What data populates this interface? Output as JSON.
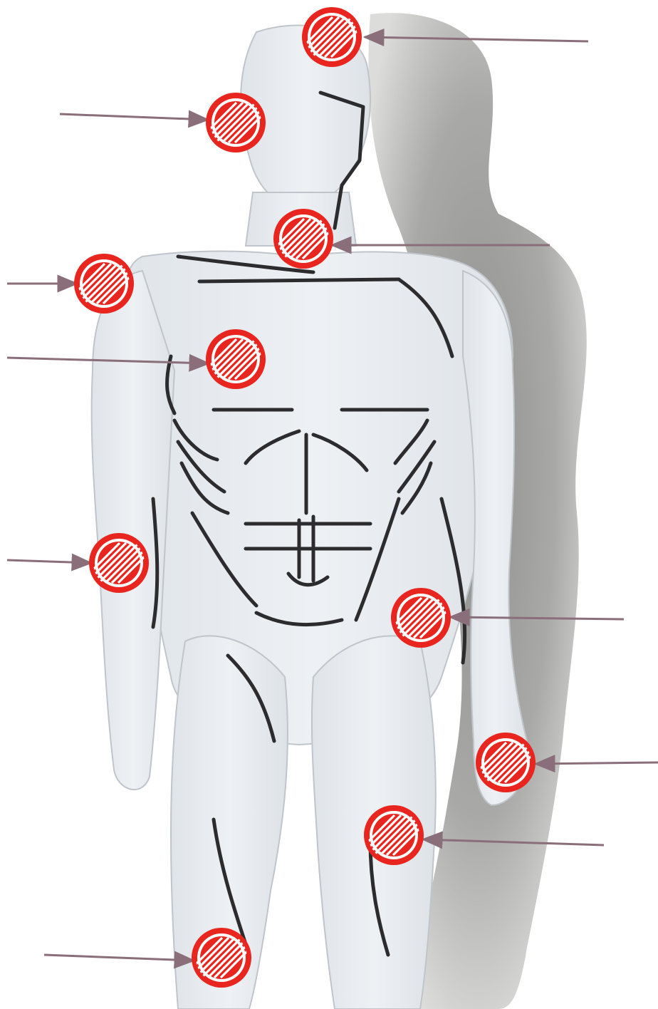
{
  "diagram": {
    "figure": "human-body-front",
    "colors": {
      "background": "#ffffff",
      "shadow": "#9a9a98",
      "shadow_light": "#c8c8c6",
      "body": "#e6eaee",
      "body_highlight": "#f3f5f7",
      "contour": "#2c2c2e",
      "marker_fill": "#e8251f",
      "marker_rim": "#ffffff",
      "marker_hatch": "#ffffff",
      "arrow": "#8a6f7a"
    },
    "markers": [
      {
        "id": "head",
        "arrow_side": "right"
      },
      {
        "id": "jaw",
        "arrow_side": "left"
      },
      {
        "id": "neck",
        "arrow_side": "right"
      },
      {
        "id": "shoulder",
        "arrow_side": "left"
      },
      {
        "id": "chest",
        "arrow_side": "left"
      },
      {
        "id": "elbow-left",
        "arrow_side": "left"
      },
      {
        "id": "hip",
        "arrow_side": "right"
      },
      {
        "id": "wrist",
        "arrow_side": "right"
      },
      {
        "id": "thigh",
        "arrow_side": "right"
      },
      {
        "id": "knee-left",
        "arrow_side": "left"
      }
    ]
  }
}
